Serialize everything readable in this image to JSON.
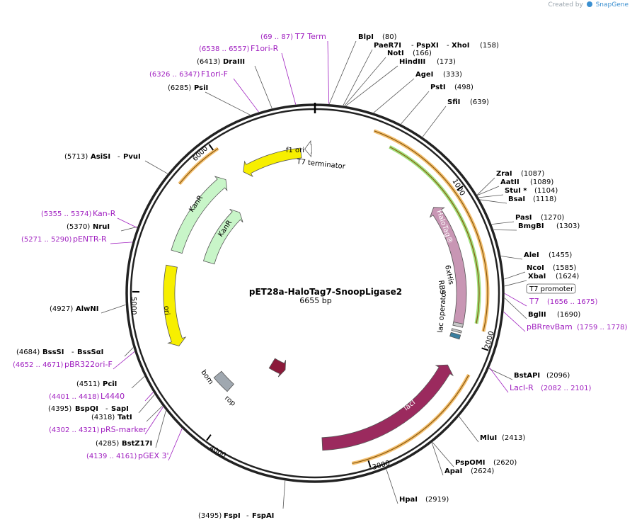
{
  "watermark": {
    "prefix": "Created by",
    "brand": "SnapGene"
  },
  "plasmid": {
    "name": "pET28a-HaloTag7-SnoopLigase2",
    "size_label": "6655 bp",
    "length": 6655
  },
  "ticks": [
    "1000",
    "2000",
    "3000",
    "4000",
    "5000",
    "6000"
  ],
  "colors": {
    "enzyme": "#000000",
    "primer": "#a020c0",
    "ring": "#222222"
  },
  "features": [
    {
      "name": "HaloTag®",
      "start": 1000,
      "end": 1895,
      "color": "#c896b4",
      "dir": -1
    },
    {
      "name": "6xHis",
      "start": 1880,
      "end": 1905,
      "color": "#c7c7c7"
    },
    {
      "name": "RBS",
      "start": 1930,
      "end": 1945,
      "color": "#c7c7c7"
    },
    {
      "name": "lac operator",
      "start": 1960,
      "end": 1990,
      "color": "#3a7fa0"
    },
    {
      "name": "lacI",
      "start": 2188,
      "end": 3276,
      "color": "#9b2a5e",
      "dir": -1
    },
    {
      "name": "rop",
      "start": 3720,
      "end": 3910,
      "color": "#8b1a3a",
      "dir": -1
    },
    {
      "name": "bom",
      "start": 4100,
      "end": 4255,
      "color": "#a0a8b0"
    },
    {
      "name": "ori",
      "start": 4600,
      "end": 5189,
      "color": "#f7ef00",
      "dir": -1
    },
    {
      "name": "KanR",
      "start": 5290,
      "end": 5860,
      "color": "#c8f5c8",
      "dir": 1
    },
    {
      "name": "KanR",
      "start": 5300,
      "end": 5950,
      "color": "#c8f5c8",
      "dir": 1
    },
    {
      "name": "f1 ori",
      "start": 6090,
      "end": 6550,
      "color": "#f7ef00",
      "dir": -1
    },
    {
      "name": "T7 terminator",
      "start": 6580,
      "end": 6630,
      "color": "#ffffff",
      "dir": -1
    }
  ],
  "enzymes": [
    {
      "name": "BlpI",
      "pos": "(80)"
    },
    {
      "name": "PaeR7I",
      "name2": "PspXI",
      "name3": "XhoI",
      "pos": "(158)"
    },
    {
      "name": "NotI",
      "pos": "(166)"
    },
    {
      "name": "HindIII",
      "pos": "(173)"
    },
    {
      "name": "AgeI",
      "pos": "(333)"
    },
    {
      "name": "PstI",
      "pos": "(498)"
    },
    {
      "name": "SfiI",
      "pos": "(639)"
    },
    {
      "name": "ZraI",
      "pos": "(1087)"
    },
    {
      "name": "AatII",
      "pos": "(1089)"
    },
    {
      "name": "StuI *",
      "pos": "(1104)"
    },
    {
      "name": "BsaI",
      "pos": "(1118)"
    },
    {
      "name": "PasI",
      "pos": "(1270)"
    },
    {
      "name": "BmgBI",
      "pos": "(1303)"
    },
    {
      "name": "AleI",
      "pos": "(1455)"
    },
    {
      "name": "NcoI",
      "pos": "(1585)"
    },
    {
      "name": "XbaI",
      "pos": "(1624)"
    },
    {
      "name": "T7 promoter"
    },
    {
      "name": "T7",
      "pos": "(1656 .. 1675)"
    },
    {
      "name": "BglII",
      "pos": "(1690)"
    },
    {
      "name": "pBRrevBam",
      "pos": "(1759 .. 1778)"
    },
    {
      "name": "BstAPI",
      "pos": "(2096)"
    },
    {
      "name": "LacI-R",
      "pos": "(2082 .. 2101)"
    },
    {
      "name": "MluI",
      "pos": "(2413)"
    },
    {
      "name": "PspOMI",
      "pos": "(2620)"
    },
    {
      "name": "ApaI",
      "pos": "(2624)"
    },
    {
      "name": "HpaI",
      "pos": "(2919)"
    },
    {
      "name": "FspI",
      "name2": "FspAI",
      "pos": "(3495)"
    },
    {
      "name": "BstZ17I",
      "pos": "(4285)"
    },
    {
      "name": "pGEX 3'",
      "pos": "(4139 .. 4161)"
    },
    {
      "name": "pRS-marker",
      "pos": "(4302 .. 4321)"
    },
    {
      "name": "TatI",
      "pos": "(4318)"
    },
    {
      "name": "BspQI",
      "name2": "SapI",
      "pos": "(4395)"
    },
    {
      "name": "L4440",
      "pos": "(4401 .. 4418)"
    },
    {
      "name": "PciI",
      "pos": "(4511)"
    },
    {
      "name": "pBR322ori-F",
      "pos": "(4652 .. 4671)"
    },
    {
      "name": "BssSI",
      "name2": "BssSαI",
      "pos": "(4684)"
    },
    {
      "name": "AlwNI",
      "pos": "(4927)"
    },
    {
      "name": "pENTR-R",
      "pos": "(5271 .. 5290)"
    },
    {
      "name": "NruI",
      "pos": "(5370)"
    },
    {
      "name": "Kan-R",
      "pos": "(5355 .. 5374)"
    },
    {
      "name": "AsiSI",
      "name2": "PvuI",
      "pos": "(5713)"
    },
    {
      "name": "PsiI",
      "pos": "(6285)"
    },
    {
      "name": "F1ori-F",
      "pos": "(6326 .. 6347)"
    },
    {
      "name": "DraIII",
      "pos": "(6413)"
    },
    {
      "name": "F1ori-R",
      "pos": "(6538 .. 6557)"
    },
    {
      "name": "T7 Term",
      "pos": "(69 .. 87)"
    }
  ]
}
